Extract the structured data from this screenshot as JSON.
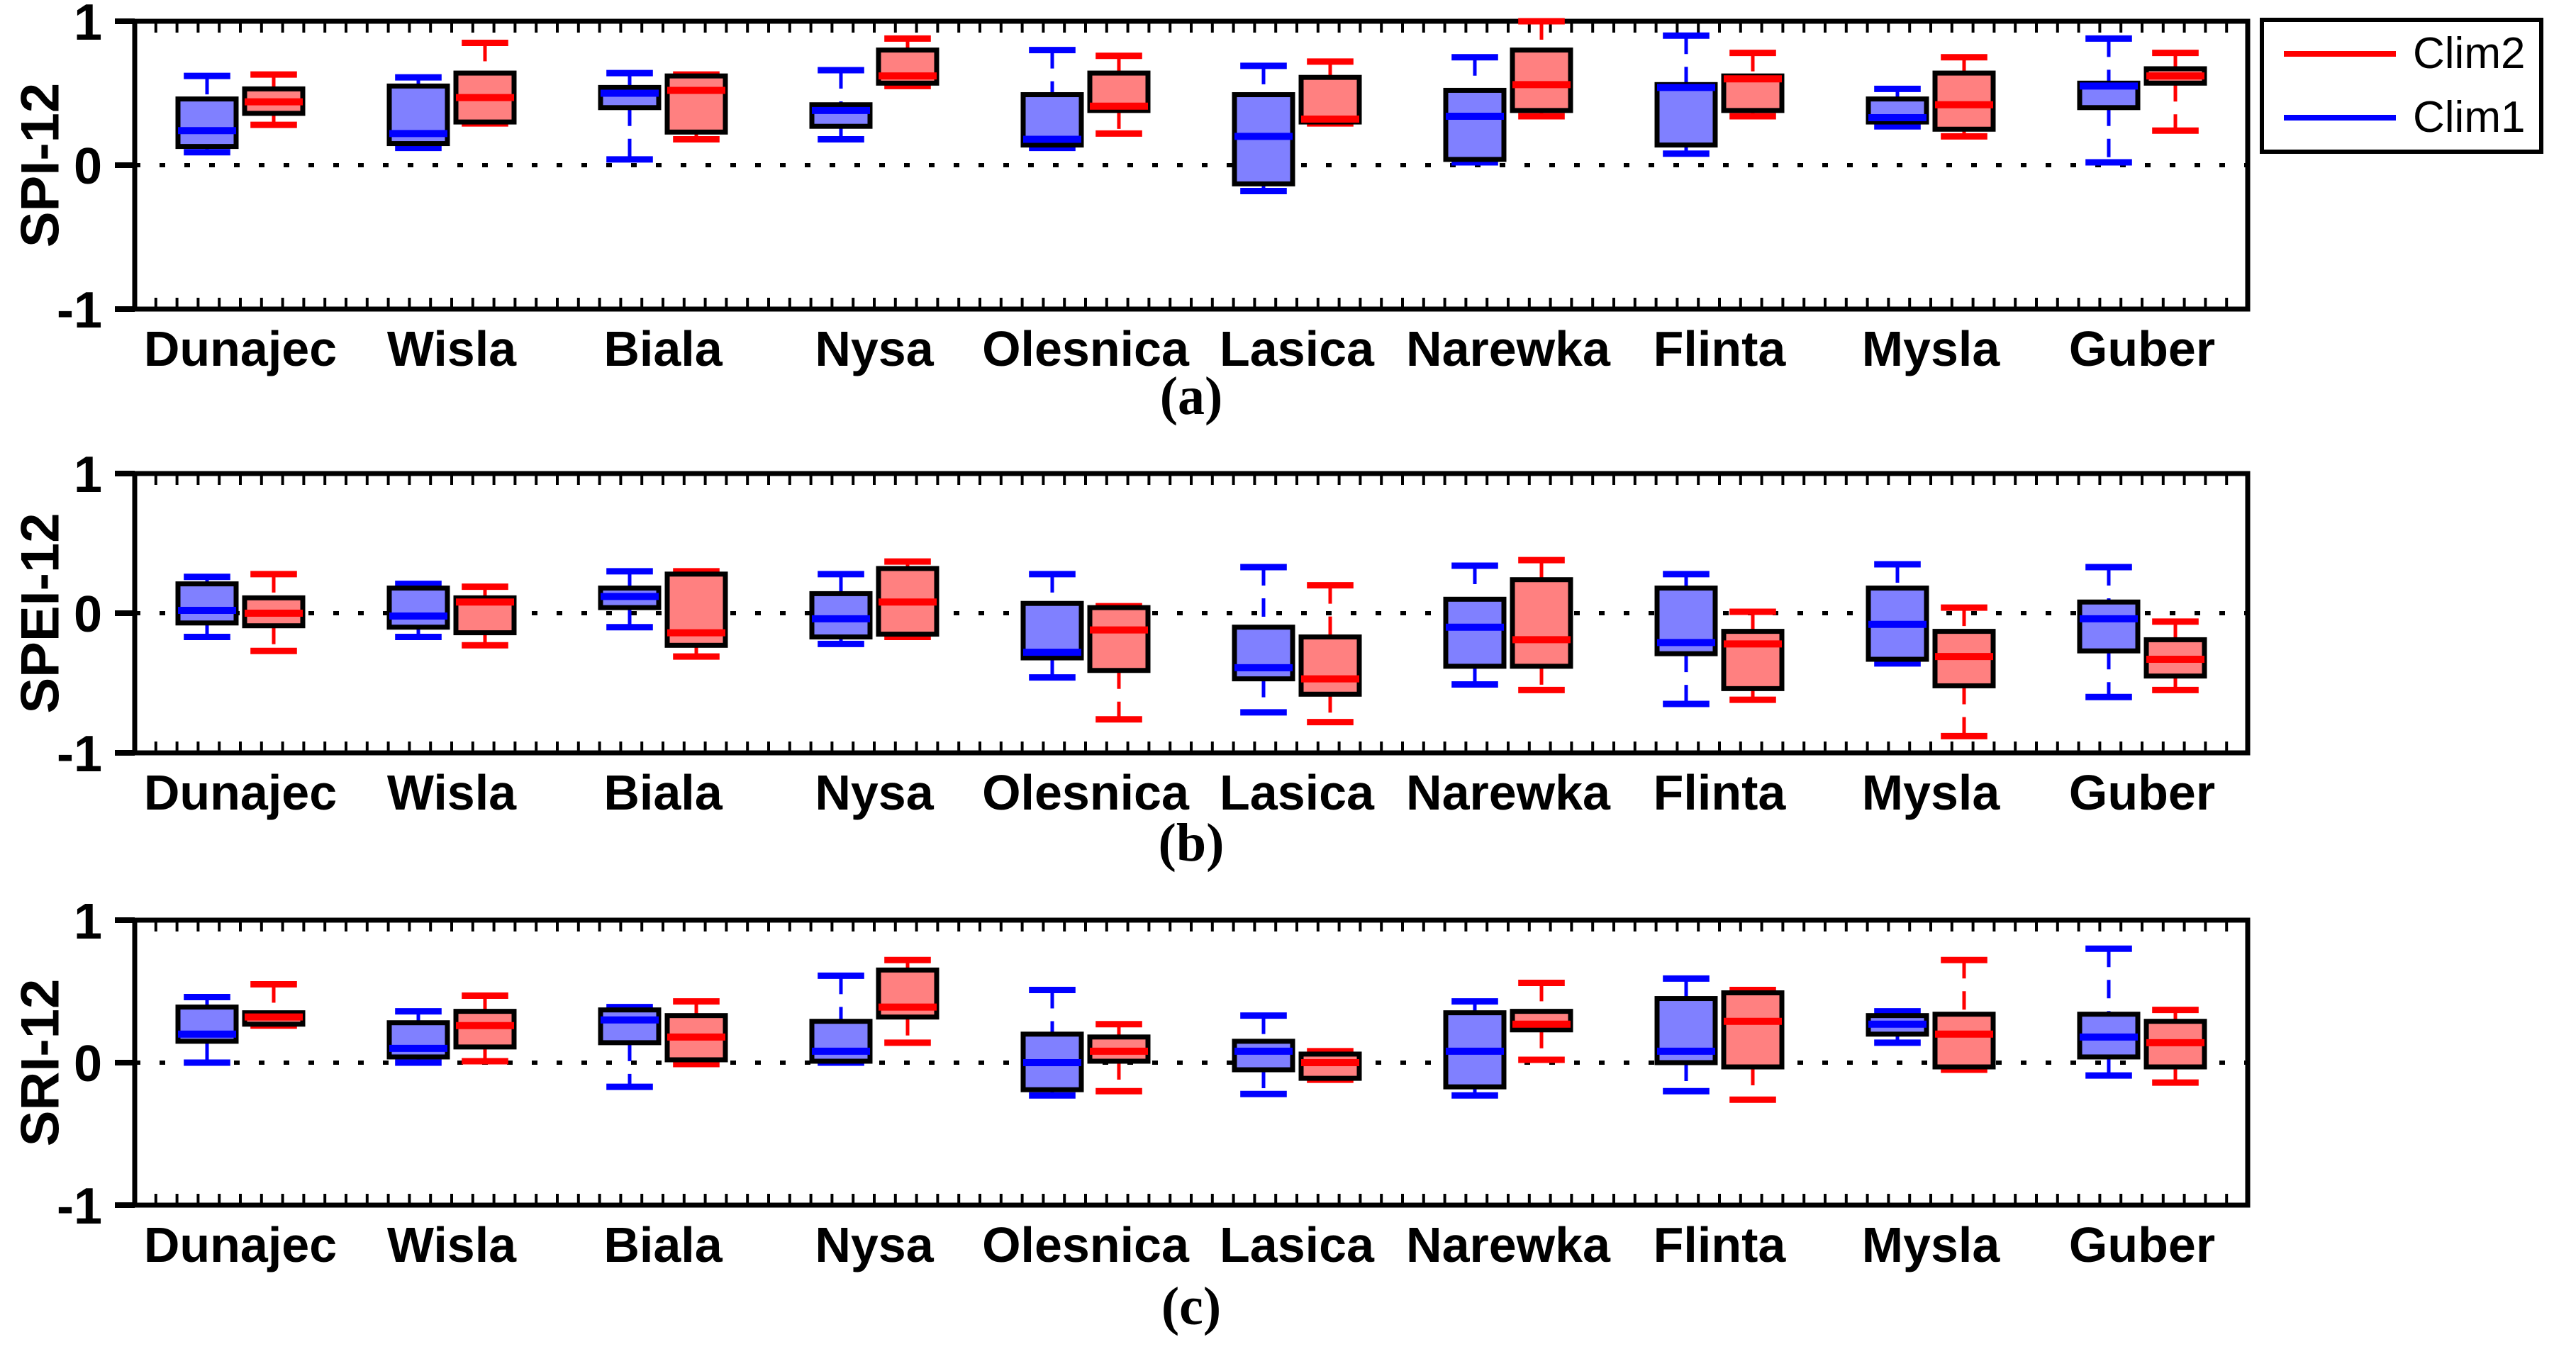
{
  "legend": {
    "items": [
      {
        "label": "Clim2",
        "color": "#ff0000"
      },
      {
        "label": "Clim1",
        "color": "#0000ff"
      }
    ]
  },
  "colors": {
    "clim1_fill": "#8080ff",
    "clim1_line": "#0000ff",
    "clim2_fill": "#ff8080",
    "clim2_line": "#ff0000",
    "box_border": "#000000"
  },
  "box_value_order": [
    "whisker_low",
    "q1",
    "median",
    "q3",
    "whisker_high"
  ],
  "chart_data": [
    {
      "type": "boxplot",
      "panel_label": "(a)",
      "ylabel": "SPI-12",
      "ylim": [
        -1,
        1
      ],
      "yticks": [
        1,
        0,
        -1
      ],
      "zero_line": true,
      "grid": "dotted-zero",
      "legend_position": "outside-top-right",
      "categories": [
        "Dunajec",
        "Wisla",
        "Biala",
        "Nysa",
        "Olesnica",
        "Lasica",
        "Narewka",
        "Flinta",
        "Mysla",
        "Guber"
      ],
      "series": [
        {
          "name": "Clim1",
          "color": "#0000ff",
          "fill": "#8080ff",
          "boxes": [
            [
              0.09,
              0.13,
              0.24,
              0.46,
              0.62
            ],
            [
              0.12,
              0.15,
              0.22,
              0.55,
              0.61
            ],
            [
              0.04,
              0.4,
              0.5,
              0.54,
              0.64
            ],
            [
              0.18,
              0.27,
              0.38,
              0.42,
              0.66
            ],
            [
              0.12,
              0.14,
              0.18,
              0.49,
              0.8
            ],
            [
              -0.18,
              -0.13,
              0.2,
              0.49,
              0.69
            ],
            [
              0.02,
              0.04,
              0.34,
              0.52,
              0.75
            ],
            [
              0.08,
              0.14,
              0.54,
              0.56,
              0.9
            ],
            [
              0.27,
              0.3,
              0.33,
              0.46,
              0.53
            ],
            [
              0.02,
              0.4,
              0.55,
              0.57,
              0.88
            ]
          ]
        },
        {
          "name": "Clim2",
          "color": "#ff0000",
          "fill": "#ff8080",
          "boxes": [
            [
              0.28,
              0.36,
              0.44,
              0.53,
              0.63
            ],
            [
              0.29,
              0.3,
              0.47,
              0.64,
              0.85
            ],
            [
              0.18,
              0.23,
              0.52,
              0.62,
              0.63
            ],
            [
              0.55,
              0.57,
              0.62,
              0.8,
              0.88
            ],
            [
              0.22,
              0.38,
              0.41,
              0.64,
              0.76
            ],
            [
              0.29,
              0.3,
              0.32,
              0.61,
              0.72
            ],
            [
              0.34,
              0.38,
              0.56,
              0.8,
              1.0
            ],
            [
              0.34,
              0.38,
              0.6,
              0.62,
              0.78
            ],
            [
              0.2,
              0.25,
              0.42,
              0.64,
              0.75
            ],
            [
              0.24,
              0.57,
              0.62,
              0.67,
              0.78
            ]
          ]
        }
      ]
    },
    {
      "type": "boxplot",
      "panel_label": "(b)",
      "ylabel": "SPEI-12",
      "ylim": [
        -1,
        1
      ],
      "yticks": [
        1,
        0,
        -1
      ],
      "zero_line": true,
      "grid": "dotted-zero",
      "categories": [
        "Dunajec",
        "Wisla",
        "Biala",
        "Nysa",
        "Olesnica",
        "Lasica",
        "Narewka",
        "Flinta",
        "Mysla",
        "Guber"
      ],
      "series": [
        {
          "name": "Clim1",
          "color": "#0000ff",
          "fill": "#8080ff",
          "boxes": [
            [
              -0.17,
              -0.07,
              0.02,
              0.21,
              0.26
            ],
            [
              -0.17,
              -0.1,
              -0.02,
              0.18,
              0.21
            ],
            [
              -0.1,
              0.04,
              0.12,
              0.18,
              0.3
            ],
            [
              -0.22,
              -0.17,
              -0.04,
              0.14,
              0.28
            ],
            [
              -0.46,
              -0.32,
              -0.28,
              0.07,
              0.28
            ],
            [
              -0.71,
              -0.47,
              -0.39,
              -0.1,
              0.33
            ],
            [
              -0.51,
              -0.38,
              -0.1,
              0.1,
              0.34
            ],
            [
              -0.65,
              -0.29,
              -0.21,
              0.18,
              0.28
            ],
            [
              -0.36,
              -0.33,
              -0.08,
              0.18,
              0.35
            ],
            [
              -0.6,
              -0.27,
              -0.04,
              0.08,
              0.33
            ]
          ]
        },
        {
          "name": "Clim2",
          "color": "#ff0000",
          "fill": "#ff8080",
          "boxes": [
            [
              -0.27,
              -0.09,
              0.0,
              0.11,
              0.28
            ],
            [
              -0.23,
              -0.14,
              0.08,
              0.11,
              0.19
            ],
            [
              -0.31,
              -0.23,
              -0.14,
              0.28,
              0.3
            ],
            [
              -0.17,
              -0.15,
              0.08,
              0.32,
              0.37
            ],
            [
              -0.76,
              -0.41,
              -0.12,
              0.04,
              0.05
            ],
            [
              -0.78,
              -0.58,
              -0.47,
              -0.17,
              0.2
            ],
            [
              -0.55,
              -0.38,
              -0.19,
              0.24,
              0.38
            ],
            [
              -0.62,
              -0.54,
              -0.22,
              -0.13,
              0.01
            ],
            [
              -0.88,
              -0.52,
              -0.31,
              -0.13,
              0.04
            ],
            [
              -0.55,
              -0.45,
              -0.33,
              -0.19,
              -0.06
            ]
          ]
        }
      ]
    },
    {
      "type": "boxplot",
      "panel_label": "(c)",
      "ylabel": "SRI-12",
      "ylim": [
        -1,
        1
      ],
      "yticks": [
        1,
        0,
        -1
      ],
      "zero_line": true,
      "grid": "dotted-zero",
      "categories": [
        "Dunajec",
        "Wisla",
        "Biala",
        "Nysa",
        "Olesnica",
        "Lasica",
        "Narewka",
        "Flinta",
        "Mysla",
        "Guber"
      ],
      "series": [
        {
          "name": "Clim1",
          "color": "#0000ff",
          "fill": "#8080ff",
          "boxes": [
            [
              0.0,
              0.15,
              0.2,
              0.39,
              0.46
            ],
            [
              0.0,
              0.04,
              0.1,
              0.28,
              0.36
            ],
            [
              -0.17,
              0.14,
              0.3,
              0.37,
              0.39
            ],
            [
              0.0,
              0.01,
              0.08,
              0.29,
              0.61
            ],
            [
              -0.23,
              -0.19,
              0.0,
              0.2,
              0.51
            ],
            [
              -0.22,
              -0.05,
              0.08,
              0.15,
              0.33
            ],
            [
              -0.23,
              -0.17,
              0.08,
              0.35,
              0.43
            ],
            [
              -0.2,
              0.0,
              0.08,
              0.45,
              0.59
            ],
            [
              0.14,
              0.2,
              0.27,
              0.33,
              0.36
            ],
            [
              -0.09,
              0.04,
              0.18,
              0.34,
              0.8
            ]
          ]
        },
        {
          "name": "Clim2",
          "color": "#ff0000",
          "fill": "#ff8080",
          "boxes": [
            [
              0.26,
              0.27,
              0.32,
              0.35,
              0.55
            ],
            [
              0.01,
              0.11,
              0.26,
              0.36,
              0.47
            ],
            [
              -0.01,
              0.02,
              0.18,
              0.33,
              0.43
            ],
            [
              0.14,
              0.32,
              0.39,
              0.65,
              0.72
            ],
            [
              -0.2,
              0.01,
              0.08,
              0.18,
              0.27
            ],
            [
              -0.12,
              -0.11,
              0.0,
              0.06,
              0.08
            ],
            [
              0.02,
              0.23,
              0.27,
              0.36,
              0.56
            ],
            [
              -0.26,
              -0.03,
              0.29,
              0.49,
              0.51
            ],
            [
              -0.05,
              -0.03,
              0.2,
              0.34,
              0.72
            ],
            [
              -0.14,
              -0.03,
              0.14,
              0.29,
              0.37
            ]
          ]
        }
      ]
    }
  ]
}
